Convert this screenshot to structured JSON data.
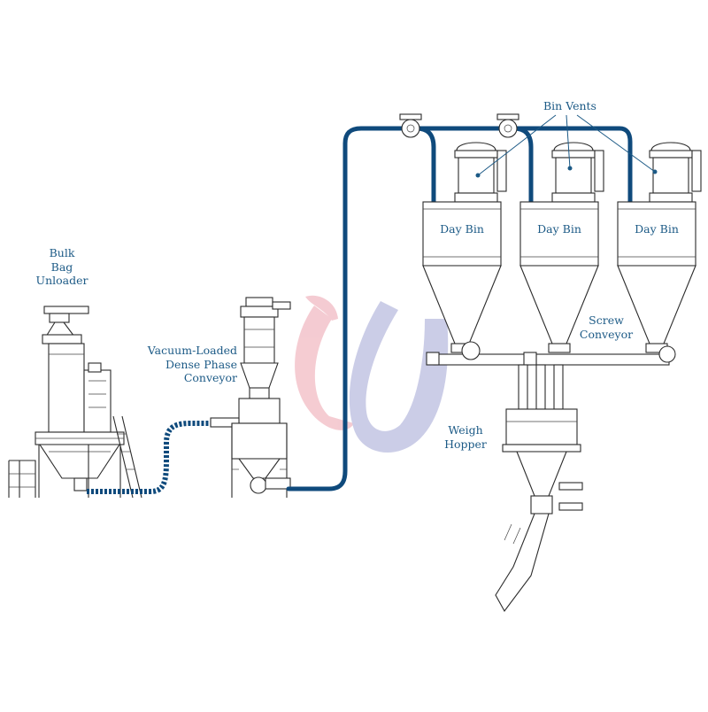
{
  "diagram": {
    "labels": {
      "bulk_bag_unloader": "Bulk\nBag\nUnloader",
      "vacuum_conveyor": "Vacuum-Loaded\nDense Phase\nConveyor",
      "bin_vents": "Bin Vents",
      "day_bin": "Day Bin",
      "screw_conveyor": "Screw\nConveyor",
      "weigh_hopper": "Weigh\nHopper"
    },
    "colors": {
      "label": "#1c5a86",
      "pipe": "#0f4a7c",
      "watermark_left": "#f4c9d0",
      "watermark_right": "#c9cbe6",
      "line": "#2b2b2b"
    },
    "watermark_icon": "logo-mark"
  }
}
